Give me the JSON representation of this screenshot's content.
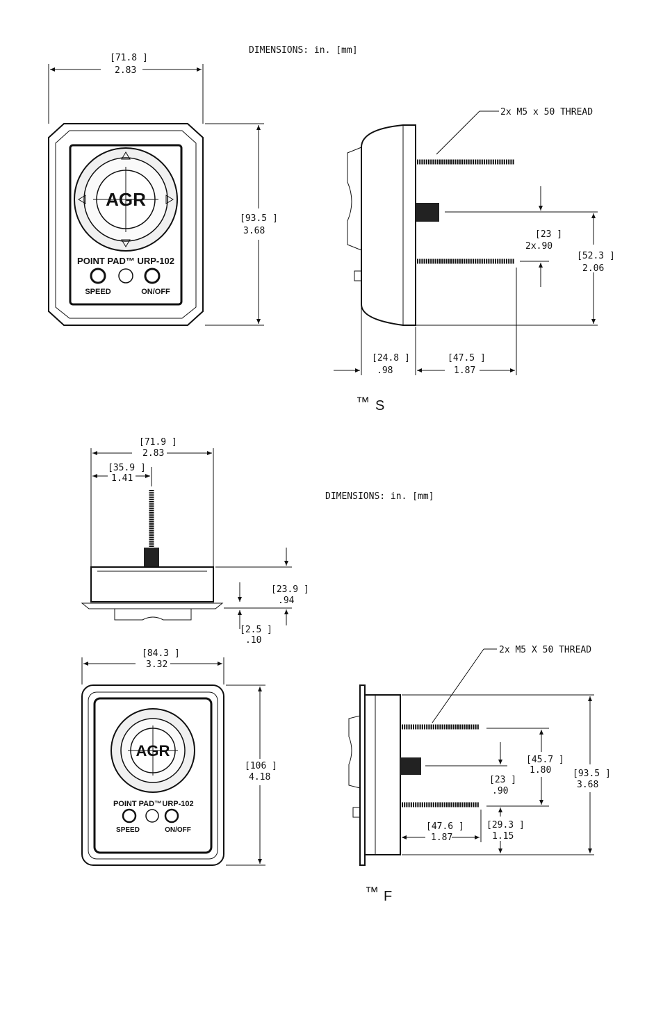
{
  "header": {
    "dims_unit_1": "DIMENSIONS: in. [mm]",
    "dims_unit_2": "DIMENSIONS: in. [mm]"
  },
  "view_s": {
    "label_tm": "™",
    "label_letter": "S",
    "width": {
      "mm": "[71.8 ]",
      "in": "2.83"
    },
    "height": {
      "mm": "[93.5 ]",
      "in": "3.68"
    },
    "thread_note": "2x    M5 x 50 THREAD",
    "bolt_spacing": {
      "mm": "[23 ]",
      "in": "2x.90"
    },
    "outer_spacing": {
      "mm": "[52.3 ]",
      "in": "2.06"
    },
    "depth": {
      "mm": "[24.8 ]",
      "in": ".98"
    },
    "bolt_len": {
      "mm": "[47.5 ]",
      "in": "1.87"
    },
    "pad": {
      "title": "POINT PAD™ URP-102",
      "speed": "SPEED",
      "onoff": "ON/OFF",
      "logo": "AGR"
    }
  },
  "view_f": {
    "label_tm": "™",
    "label_letter": "F",
    "top_width": {
      "mm": "[71.9 ]",
      "in": "2.83"
    },
    "bolt_offset": {
      "mm": "[35.9 ]",
      "in": "1.41"
    },
    "depth": {
      "mm": "[23.9 ]",
      "in": ".94"
    },
    "flange": {
      "mm": "[2.5 ]",
      "in": ".10"
    },
    "width": {
      "mm": "[84.3 ]",
      "in": "3.32"
    },
    "height": {
      "mm": "[106 ]",
      "in": "4.18"
    },
    "thread_note": "2x M5 X 50 THREAD",
    "bolt_spacing": {
      "mm": "[45.7 ]",
      "in": "1.80"
    },
    "center_offset": {
      "mm": "[23 ]",
      "in": ".90"
    },
    "outer_height": {
      "mm": "[93.5 ]",
      "in": "3.68"
    },
    "bolt_len": {
      "mm": "[47.6 ]",
      "in": "1.87"
    },
    "bottom_offset": {
      "mm": "[29.3 ]",
      "in": "1.15"
    },
    "pad": {
      "title_a": "POINT PAD™",
      "title_b": "URP-102",
      "speed": "SPEED",
      "onoff": "ON/OFF",
      "logo": "AGR"
    }
  }
}
